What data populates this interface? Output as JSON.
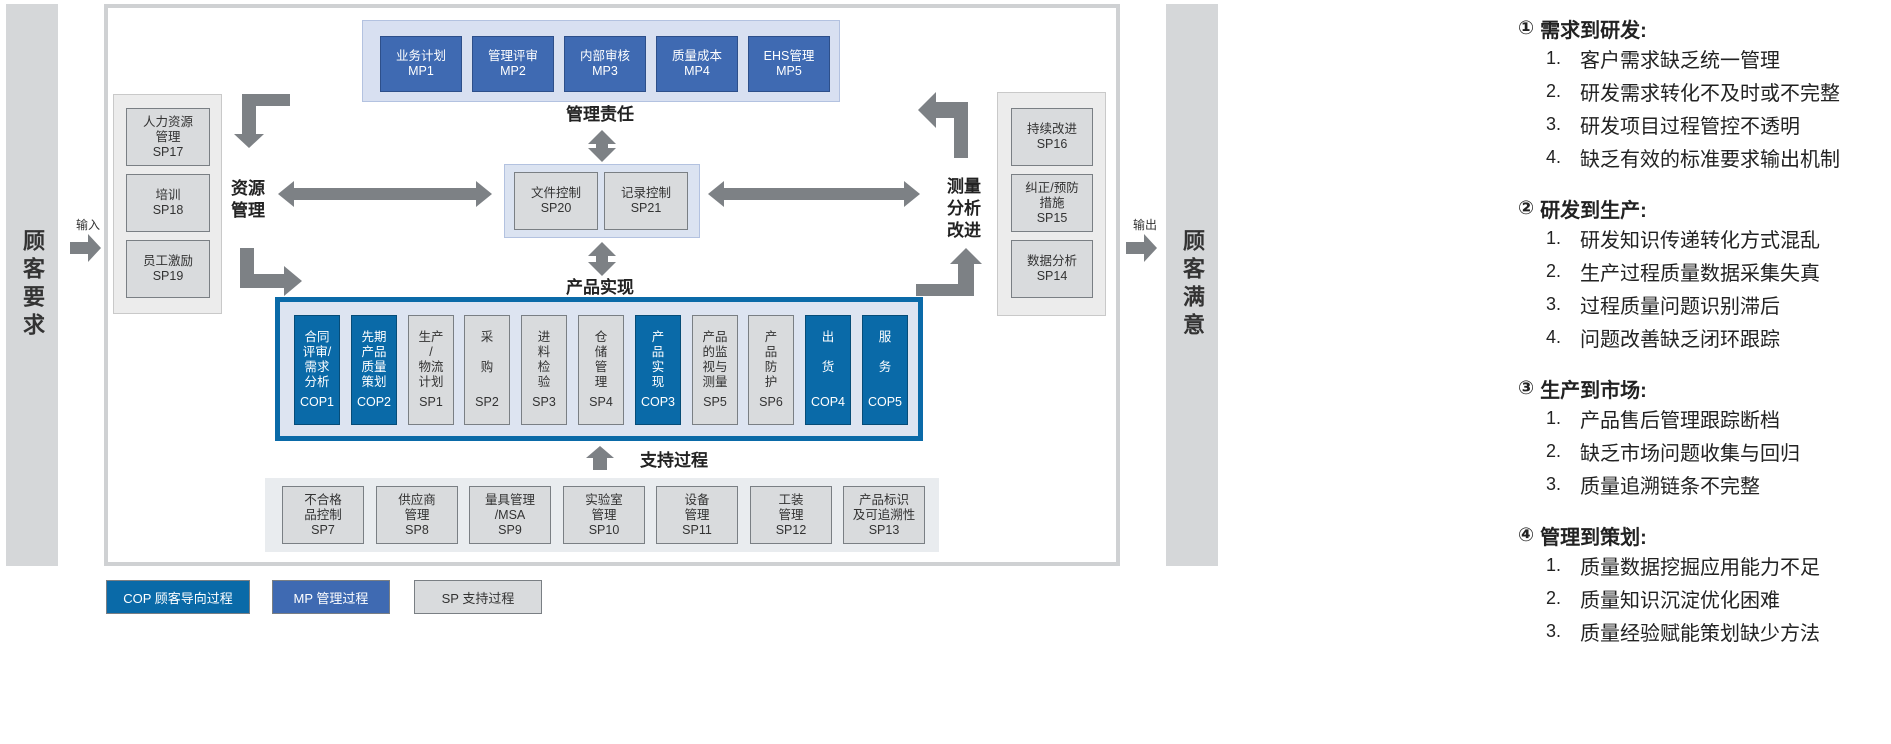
{
  "left_bar": "顾客要求",
  "right_bar": "顾客满意",
  "input_label": "输入",
  "output_label": "输出",
  "management": {
    "title": "管理责任",
    "items": [
      {
        "name": "业务计划",
        "code": "MP1"
      },
      {
        "name": "管理评审",
        "code": "MP2"
      },
      {
        "name": "内部审核",
        "code": "MP3"
      },
      {
        "name": "质量成本",
        "code": "MP4"
      },
      {
        "name": "EHS管理",
        "code": "MP5"
      }
    ]
  },
  "resources": {
    "title": "资源\n管理",
    "items": [
      {
        "name": "人力资源\n管理",
        "code": "SP17"
      },
      {
        "name": "培训",
        "code": "SP18"
      },
      {
        "name": "员工激励",
        "code": "SP19"
      }
    ]
  },
  "documents": {
    "items": [
      {
        "name": "文件控制",
        "code": "SP20"
      },
      {
        "name": "记录控制",
        "code": "SP21"
      }
    ]
  },
  "measurement": {
    "title": "测量\n分析\n改进",
    "items": [
      {
        "name": "持续改进",
        "code": "SP16"
      },
      {
        "name": "纠正/预防\n措施",
        "code": "SP15"
      },
      {
        "name": "数据分析",
        "code": "SP14"
      }
    ]
  },
  "product": {
    "title": "产品实现",
    "items": [
      {
        "name": "合同\n评审/\n需求\n分析",
        "code": "COP1",
        "type": "cop"
      },
      {
        "name": "先期\n产品\n质量\n策划",
        "code": "COP2",
        "type": "cop"
      },
      {
        "name": "生产\n/\n物流\n计划",
        "code": "SP1",
        "type": "sp"
      },
      {
        "name": "采\n\n购",
        "code": "SP2",
        "type": "sp"
      },
      {
        "name": "进\n料\n检\n验",
        "code": "SP3",
        "type": "sp"
      },
      {
        "name": "仓\n储\n管\n理",
        "code": "SP4",
        "type": "sp"
      },
      {
        "name": "产\n品\n实\n现",
        "code": "COP3",
        "type": "cop"
      },
      {
        "name": "产品\n的监\n视与\n测量",
        "code": "SP5",
        "type": "sp"
      },
      {
        "name": "产\n品\n防\n护",
        "code": "SP6",
        "type": "sp"
      },
      {
        "name": "出\n\n货",
        "code": "COP4",
        "type": "cop"
      },
      {
        "name": "服\n\n务",
        "code": "COP5",
        "type": "cop"
      }
    ]
  },
  "support": {
    "title": "支持过程",
    "items": [
      {
        "name": "不合格\n品控制",
        "code": "SP7"
      },
      {
        "name": "供应商\n管理",
        "code": "SP8"
      },
      {
        "name": "量具管理\n/MSA",
        "code": "SP9"
      },
      {
        "name": "实验室\n管理",
        "code": "SP10"
      },
      {
        "name": "设备\n管理",
        "code": "SP11"
      },
      {
        "name": "工装\n管理",
        "code": "SP12"
      },
      {
        "name": "产品标识\n及可追溯性",
        "code": "SP13"
      }
    ]
  },
  "legend": [
    {
      "label": "COP 顾客导向过程",
      "type": "cop"
    },
    {
      "label": "MP 管理过程",
      "type": "mp"
    },
    {
      "label": "SP 支持过程",
      "type": "sp"
    }
  ],
  "issues": [
    {
      "num": "①",
      "title": "需求到研发:",
      "items": [
        "客户需求缺乏统一管理",
        "研发需求转化不及时或不完整",
        "研发项目过程管控不透明",
        "缺乏有效的标准要求输出机制"
      ]
    },
    {
      "num": "②",
      "title": "研发到生产:",
      "items": [
        "研发知识传递转化方式混乱",
        "生产过程质量数据采集失真",
        "过程质量问题识别滞后",
        "问题改善缺乏闭环跟踪"
      ]
    },
    {
      "num": "③",
      "title": "生产到市场:",
      "items": [
        "产品售后管理跟踪断档",
        "缺乏市场问题收集与回归",
        "质量追溯链条不完整"
      ]
    },
    {
      "num": "④",
      "title": "管理到策划:",
      "items": [
        "质量数据挖掘应用能力不足",
        "质量知识沉淀优化困难",
        "质量经验赋能策划缺少方法"
      ]
    }
  ]
}
